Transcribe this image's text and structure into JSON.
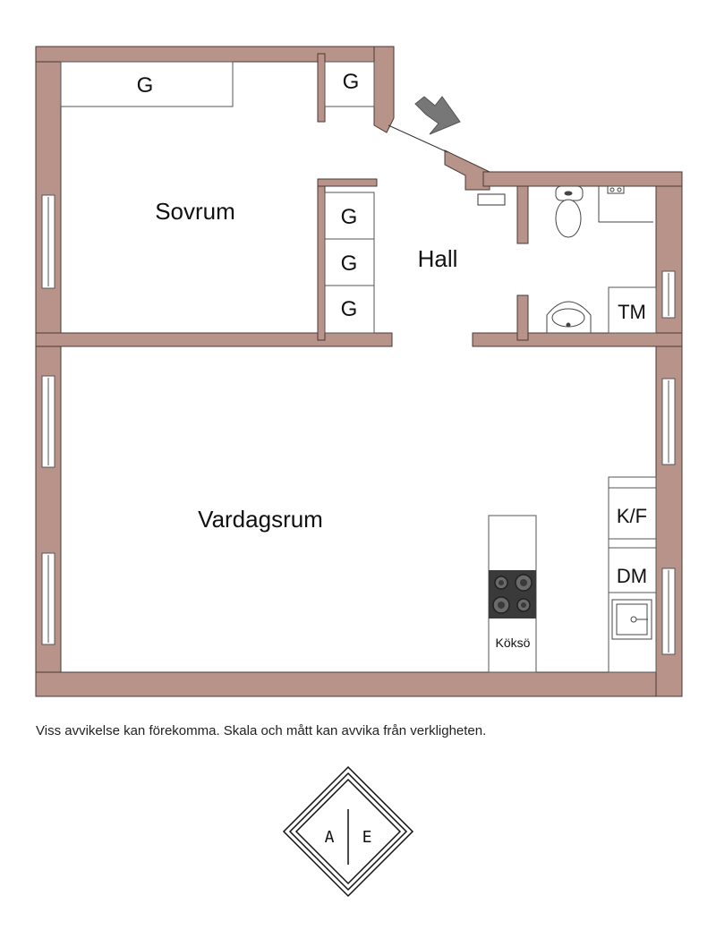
{
  "colors": {
    "wall": "#b8938a",
    "wall_stroke": "#4a3a36",
    "hob": "#3a3a3a",
    "arrow": "#777777"
  },
  "rooms": {
    "bedroom": "Sovrum",
    "hall": "Hall",
    "living": "Vardagsrum"
  },
  "fixtures": {
    "wardrobe_label": "G",
    "dryer_label": "TM",
    "fridge_freezer_label": "K/F",
    "dishwasher_label": "DM",
    "island_label": "Köksö"
  },
  "icons": [
    "entrance-arrow-icon",
    "toilet-icon",
    "washbasin-icon",
    "hob-icon",
    "sink-icon",
    "window-icon"
  ],
  "disclaimer": "Viss avvikelse kan förekomma. Skala och mått kan avvika från verkligheten.",
  "logo": {
    "left": "A",
    "right": "E"
  }
}
